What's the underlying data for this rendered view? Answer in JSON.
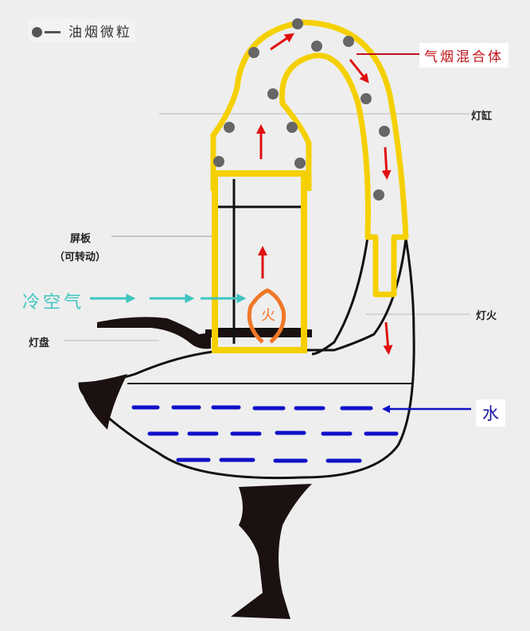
{
  "legend": {
    "label": "油烟微粒",
    "dot_color": "#555555"
  },
  "labels": {
    "smoke_mix": "气烟混合体",
    "lamp_tube": "灯缸",
    "shade_line1": "屏板",
    "shade_line2": "（可转动）",
    "cold_air": "冷空气",
    "lamp_body": "灯火",
    "lamp_plate": "灯盘",
    "fire": "火",
    "water": "水"
  },
  "colors": {
    "outline": "#f5d000",
    "particle": "#666666",
    "arrow_hot": "#e01010",
    "arrow_cold": "#3ec5c0",
    "water_dash": "#1010c8",
    "flame": "#f07828",
    "ink": "#111111"
  }
}
